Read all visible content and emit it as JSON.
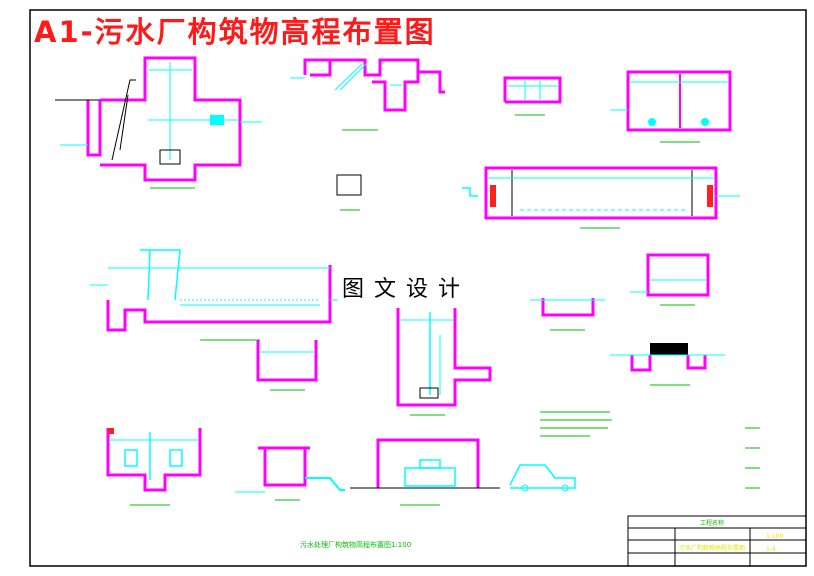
{
  "title": "A1-污水厂构筑物高程布置图",
  "watermark": "图文设计",
  "bottom_caption": "污水处理厂构筑物高程布置图1:100",
  "title_block": {
    "header": "工程名称",
    "drawing_name": "污水厂构筑物高程布置图",
    "scale": "1:100",
    "sheet": "1-4"
  },
  "colors": {
    "structure": "#ff00ff",
    "water": "#00ffff",
    "annotation": "#00c000",
    "elevation": "#e6e600",
    "frame": "#000000",
    "title": "#ff1a1a",
    "equipment": "#ff2020"
  }
}
